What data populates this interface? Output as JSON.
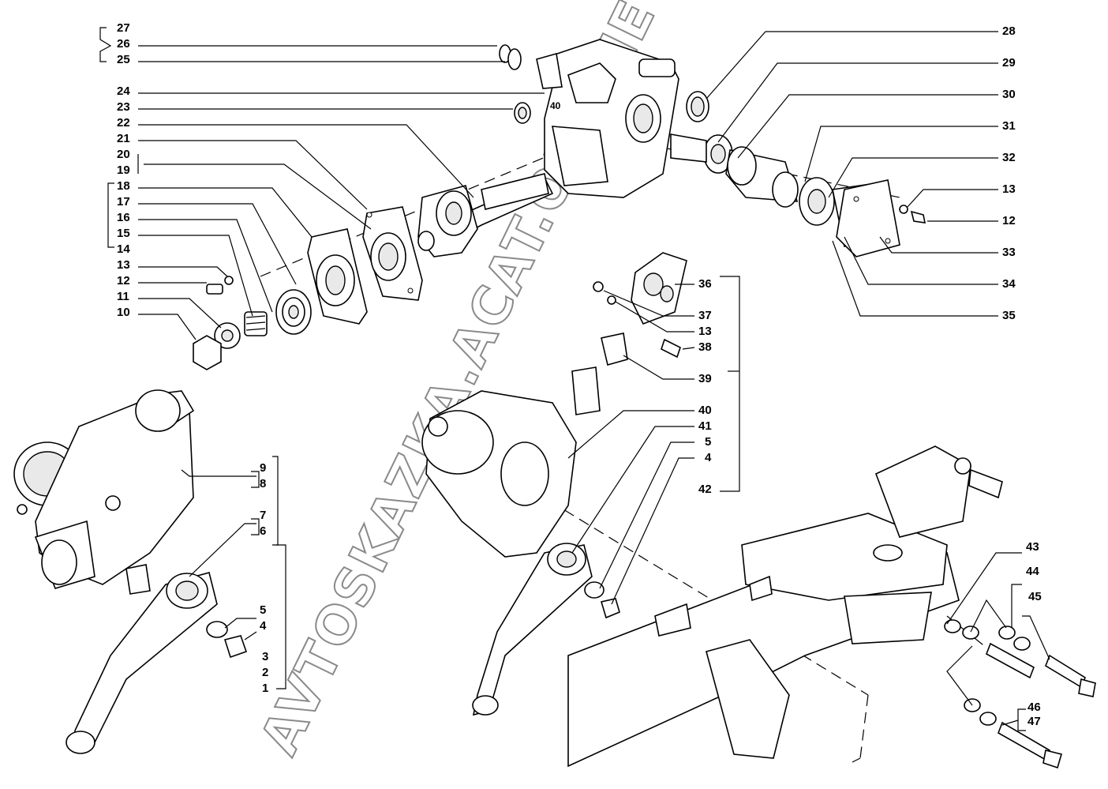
{
  "diagram": {
    "watermark_text": "AVTOSKAZKA.ACAT.ONLINE",
    "labels_left": [
      "27",
      "26",
      "25",
      "24",
      "23",
      "22",
      "21",
      "20",
      "19",
      "18",
      "17",
      "16",
      "15",
      "14",
      "13",
      "12",
      "11",
      "10"
    ],
    "labels_right_top": [
      "28",
      "29",
      "30",
      "31",
      "32",
      "13",
      "12",
      "33",
      "34",
      "35"
    ],
    "labels_center": [
      "36",
      "37",
      "13",
      "38",
      "39",
      "40",
      "41",
      "5",
      "4",
      "42"
    ],
    "labels_lower_left": [
      "9",
      "8",
      "7",
      "6",
      "5",
      "4",
      "3",
      "2",
      "1"
    ],
    "labels_lower_right": [
      "43",
      "44",
      "45",
      "46",
      "47"
    ],
    "stamp": "40"
  }
}
